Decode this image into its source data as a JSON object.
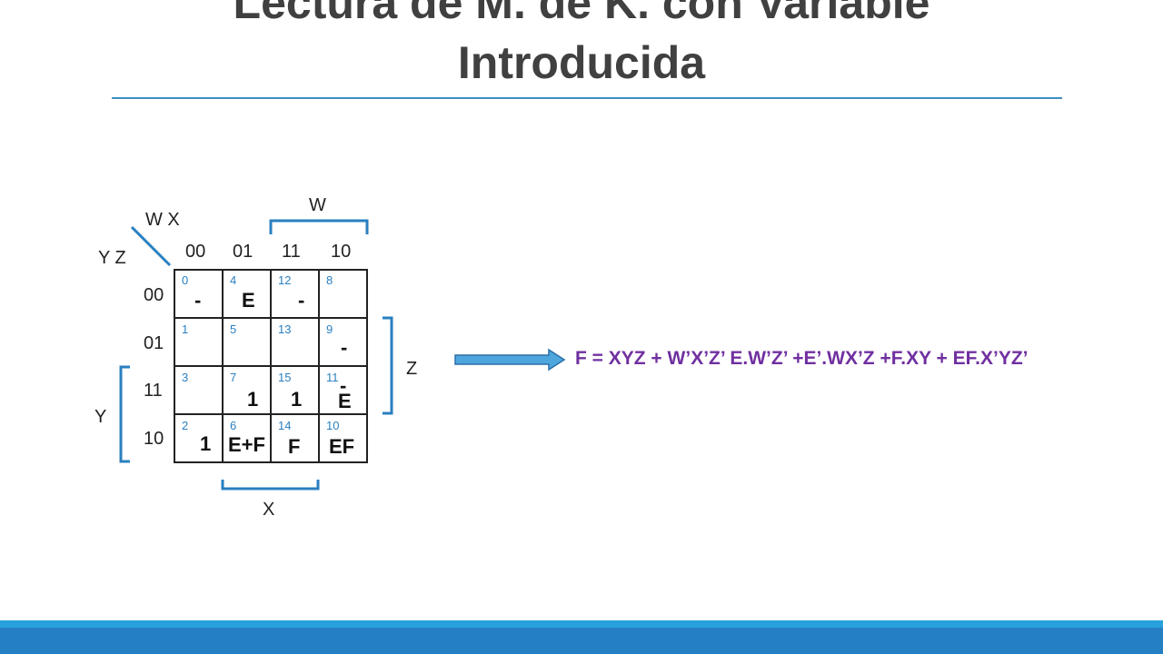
{
  "slide": {
    "title_line1": "Lectura de M. de K. con Variable",
    "title_line2": "Introducida"
  },
  "kmap": {
    "corner_top": "W X",
    "corner_left": "Y Z",
    "col_headers": [
      "00",
      "01",
      "11",
      "10"
    ],
    "row_headers": [
      "00",
      "01",
      "11",
      "10"
    ],
    "label_w": "W",
    "label_x": "X",
    "label_y": "Y",
    "label_z": "Z",
    "cells": [
      [
        {
          "idx": "0",
          "val": "-"
        },
        {
          "idx": "4",
          "val": "E"
        },
        {
          "idx": "12",
          "val": "-"
        },
        {
          "idx": "8",
          "val": ""
        }
      ],
      [
        {
          "idx": "1",
          "val": ""
        },
        {
          "idx": "5",
          "val": ""
        },
        {
          "idx": "13",
          "val": ""
        },
        {
          "idx": "9",
          "val": "-"
        }
      ],
      [
        {
          "idx": "3",
          "val": ""
        },
        {
          "idx": "7",
          "val": "1"
        },
        {
          "idx": "15",
          "val": "1"
        },
        {
          "idx": "11",
          "val": "E"
        }
      ],
      [
        {
          "idx": "2",
          "val": "1"
        },
        {
          "idx": "6",
          "val": "E+F"
        },
        {
          "idx": "14",
          "val": "F"
        },
        {
          "idx": "10",
          "val": "EF"
        }
      ]
    ],
    "cell_11_overbar": "-"
  },
  "equation": "F = XYZ + W’X’Z’ E.W’Z’ +E’.WX’Z +F.XY + EF.X’YZ’",
  "colors": {
    "title": "#404040",
    "rule": "#3c8fc2",
    "equation": "#7030a0",
    "arrow_fill": "#4ea6dc",
    "footer": "#2580c3"
  }
}
